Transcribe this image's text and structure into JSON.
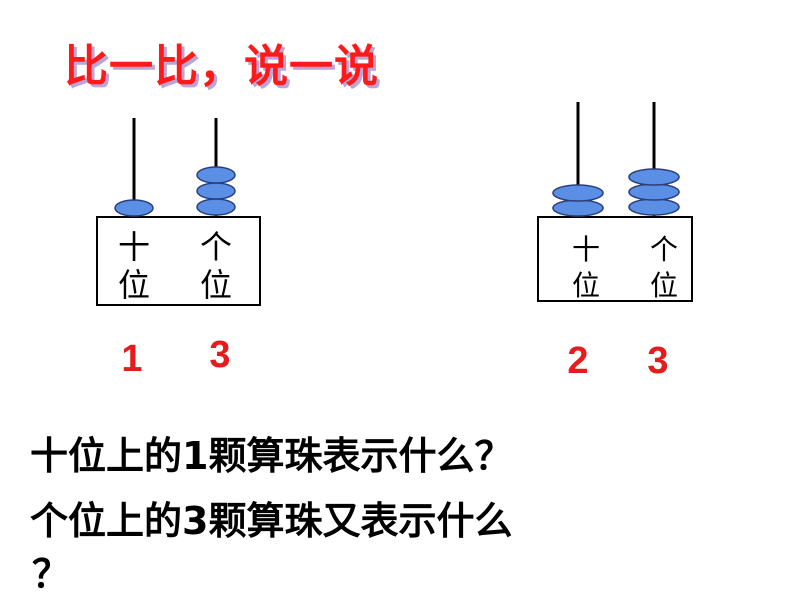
{
  "title": "比一比，说一说",
  "abacus_left": {
    "tens_label_top": "十",
    "tens_label_bottom": "位",
    "ones_label_top": "个",
    "ones_label_bottom": "位",
    "tens_beads": 1,
    "ones_beads": 3,
    "tens_digit": "1",
    "ones_digit": "3"
  },
  "abacus_right": {
    "tens_label_top": "十",
    "tens_label_bottom": "位",
    "ones_label_top": "个",
    "ones_label_bottom": "位",
    "tens_beads": 2,
    "ones_beads": 3,
    "tens_digit": "2",
    "ones_digit": "3"
  },
  "questions": {
    "q1": "十位上的1颗算珠表示什么？",
    "q2": "个位上的3颗算珠又表示什么",
    "q2_end": "？"
  },
  "colors": {
    "bead": "#5b8fe6",
    "digit": "#e31d1d",
    "title": "#ff1a1a"
  }
}
